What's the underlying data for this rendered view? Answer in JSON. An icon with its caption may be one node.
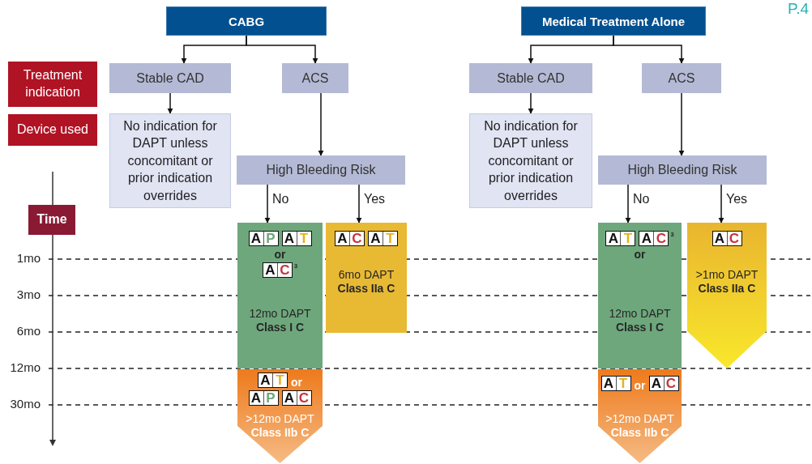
{
  "diagram": {
    "nodes": [
      {
        "text": [
          "CABG"
        ]
      },
      {
        "text": [
          "Stable CAD"
        ]
      },
      {
        "text": [
          "ACS"
        ]
      },
      {
        "text": [
          "No indication for DAPT unless concomitant or prior indication overrides"
        ]
      },
      {
        "text": [
          "High Bleeding Risk"
        ]
      },
      {
        "text": [
          "A P",
          "A T",
          "or",
          "A C$^{3}$",
          "12mo DAPT",
          "Class I C"
        ]
      },
      {
        "text": [
          "A C",
          "A T",
          "6mo DAPT",
          "Class IIa C"
        ]
      },
      {
        "text": [
          "A T",
          "or",
          "A P",
          "A C",
          ">12mo DAPT",
          "Class IIb C"
        ]
      },
      {
        "text": [
          "Medical Treatment Alone"
        ]
      },
      {
        "text": [
          "Stable CAD"
        ]
      },
      {
        "text": [
          "ACS"
        ]
      },
      {
        "text": [
          "No indication for DAPT unless concomitant or prior indication overrides"
        ]
      },
      {
        "text": [
          "High Bleeding Risk"
        ]
      },
      {
        "text": [
          "A T",
          "A C$^{3}$",
          "or",
          "12mo DAPT",
          "Class I C"
        ]
      },
      {
        "text": [
          "A C",
          ">1mo DAPT",
          "Class IIa C"
        ]
      },
      {
        "text": [
          "A T",
          "or",
          "A C",
          ">12mo DAPT",
          "Class IIb C"
        ]
      },
      {
        "text": [
          "Treatment indication"
        ]
      },
      {
        "text": [
          "Device used"
        ]
      },
      {
        "text": [
          "Time"
        ]
      }
    ],
    "edges": [
      {
        "from": 0,
        "to": 1,
        "arrow": "to"
      },
      {
        "from": 0,
        "to": 2,
        "arrow": "to"
      },
      {
        "from": 1,
        "to": 3,
        "arrow": "to"
      },
      {
        "from": 2,
        "to": 4,
        "arrow": "to"
      },
      {
        "from": 4,
        "to": 5,
        "arrow": "to",
        "label": "No"
      },
      {
        "from": 4,
        "to": 6,
        "arrow": "to",
        "label": "Yes"
      },
      {
        "from": 8,
        "to": 9,
        "arrow": "to"
      },
      {
        "from": 8,
        "to": 10,
        "arrow": "to"
      },
      {
        "from": 9,
        "to": 11,
        "arrow": "to"
      },
      {
        "from": 10,
        "to": 12,
        "arrow": "to"
      },
      {
        "from": 12,
        "to": 13,
        "arrow": "to",
        "label": "No"
      },
      {
        "from": 12,
        "to": 14,
        "arrow": "to",
        "label": "Yes"
      }
    ],
    "labels": [
      "P.4",
      "1mo",
      "3mo",
      "6mo",
      "12mo",
      "30mo"
    ]
  }
}
